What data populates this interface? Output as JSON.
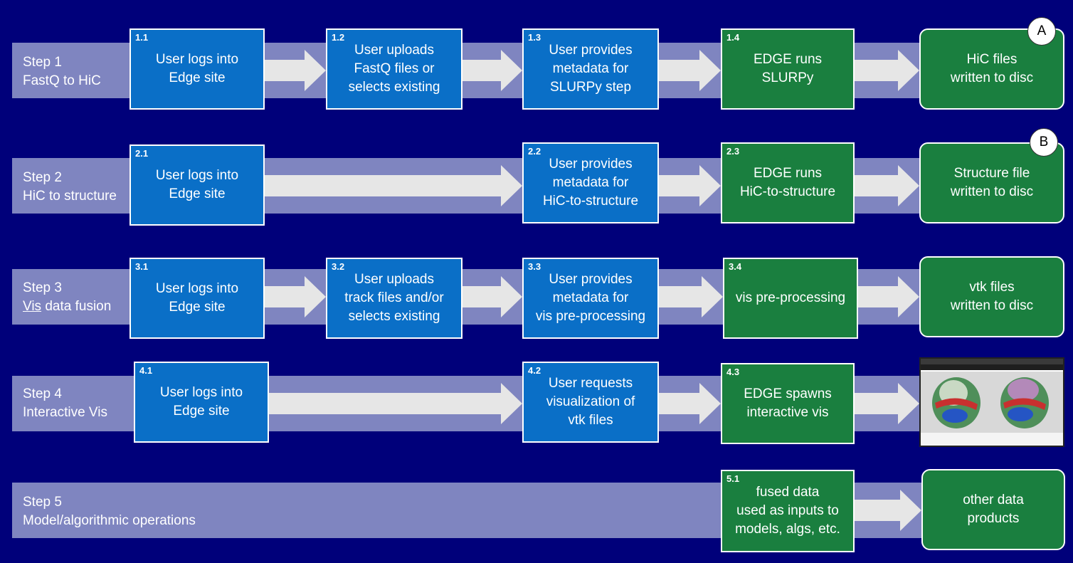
{
  "colors": {
    "background": "#00007a",
    "band": "#7f85c0",
    "blue_box": "#0a6fc7",
    "green_box": "#1a7f3f",
    "arrow": "#e6e6e6"
  },
  "steps": [
    {
      "title": "Step 1",
      "subtitle": "FastQ to HiC",
      "boxes": [
        {
          "num": "1.1",
          "text": "User logs into\nEdge site"
        },
        {
          "num": "1.2",
          "text": "User uploads\nFastQ files or\nselects existing"
        },
        {
          "num": "1.3",
          "text": "User provides\nmetadata for\nSLURPy step"
        },
        {
          "num": "1.4",
          "text": "EDGE runs\nSLURPy"
        },
        {
          "num": "",
          "text": "HiC files\nwritten to disc"
        }
      ],
      "badge": "A"
    },
    {
      "title": "Step 2",
      "subtitle": "HiC to structure",
      "boxes": [
        {
          "num": "2.1",
          "text": "User logs into\nEdge site"
        },
        {
          "num": "2.2",
          "text": "User provides\nmetadata for\nHiC-to-structure"
        },
        {
          "num": "2.3",
          "text": "EDGE runs\nHiC-to-structure"
        },
        {
          "num": "",
          "text": "Structure file\nwritten to disc"
        }
      ],
      "badge": "B"
    },
    {
      "title": "Step 3",
      "subtitle_underlined": "Vis",
      "subtitle_rest": " data fusion",
      "boxes": [
        {
          "num": "3.1",
          "text": "User logs into\nEdge site"
        },
        {
          "num": "3.2",
          "text": "User uploads\ntrack files and/or\nselects existing"
        },
        {
          "num": "3.3",
          "text": "User provides\nmetadata for\nvis pre-processing"
        },
        {
          "num": "3.4",
          "text": "vis pre-processing"
        },
        {
          "num": "",
          "text": "vtk files\nwritten to disc"
        }
      ]
    },
    {
      "title": "Step 4",
      "subtitle": "Interactive Vis",
      "boxes": [
        {
          "num": "4.1",
          "text": "User logs into\nEdge site"
        },
        {
          "num": "4.2",
          "text": "User requests\nvisualization of\nvtk files"
        },
        {
          "num": "4.3",
          "text": "EDGE spawns\ninteractive vis"
        }
      ],
      "thumbnail": "interactive-vis-screenshot"
    },
    {
      "title": "Step 5",
      "subtitle": "Model/algorithmic operations",
      "boxes": [
        {
          "num": "5.1",
          "text": "fused data\nused as inputs to\nmodels, algs, etc."
        },
        {
          "num": "",
          "text": "other data\nproducts"
        }
      ]
    }
  ]
}
